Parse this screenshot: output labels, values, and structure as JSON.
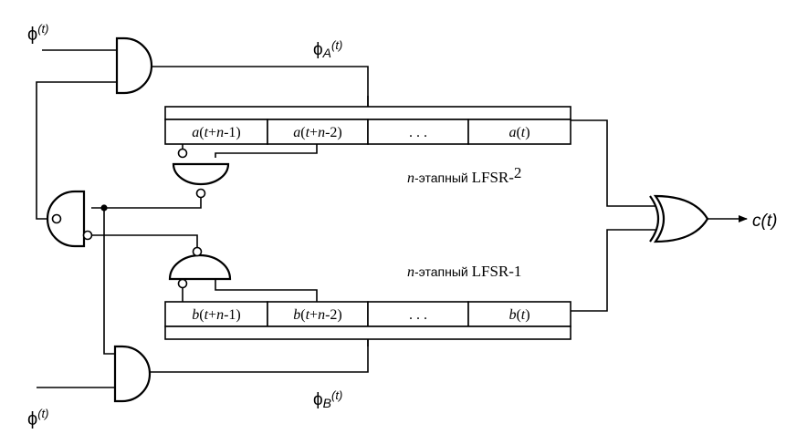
{
  "labels": {
    "phi_in_top": {
      "base": "ϕ",
      "sup": "(t)"
    },
    "phi_in_bottom": {
      "base": "ϕ",
      "sup": "(t)"
    },
    "phi_a": {
      "base": "ϕ",
      "sub": "A",
      "sup": "(t)"
    },
    "phi_b": {
      "base": "ϕ",
      "sub": "B",
      "sup": "(t)"
    },
    "output": "c(t)",
    "lfsr2_label": {
      "n": "n",
      "text": "-этапный ",
      "name": "LFSR-",
      "num": "2"
    },
    "lfsr1_label": {
      "n": "n",
      "text": "-этапный ",
      "name": "LFSR-1"
    }
  },
  "lfsr2": {
    "cells": [
      {
        "var": "a",
        "open": "(",
        "t": "t",
        "plus": "+",
        "n": "n",
        "rest": "-1)"
      },
      {
        "var": "a",
        "open": "(",
        "t": "t",
        "plus": "+",
        "n": "n",
        "rest": "-2)"
      },
      {
        "dots": ". . ."
      },
      {
        "var": "a",
        "open": "(",
        "t": "t",
        "rest": ")"
      }
    ]
  },
  "lfsr1": {
    "cells": [
      {
        "var": "b",
        "open": "(",
        "t": "t",
        "plus": "+",
        "n": "n",
        "rest": "-1)"
      },
      {
        "var": "b",
        "open": "(",
        "t": "t",
        "plus": "+",
        "n": "n",
        "rest": "-2)"
      },
      {
        "dots": ". . ."
      },
      {
        "var": "b",
        "open": "(",
        "t": "t",
        "rest": ")"
      }
    ]
  }
}
